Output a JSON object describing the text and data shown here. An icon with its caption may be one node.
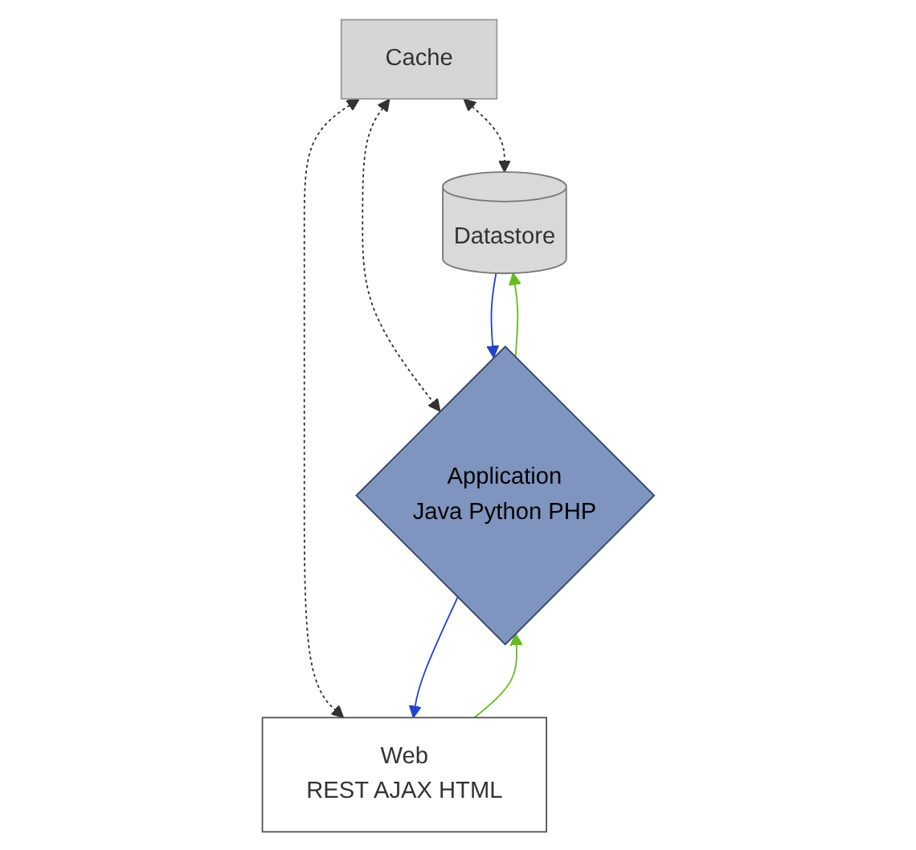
{
  "diagram": {
    "nodes": [
      {
        "text": [
          "Cache"
        ]
      },
      {
        "text": [
          "Datastore"
        ]
      },
      {
        "text": [
          "Application",
          "Java Python PHP"
        ]
      },
      {
        "text": [
          "Web",
          "REST AJAX HTML"
        ]
      }
    ],
    "edges": [
      {
        "from": 0,
        "to": 1,
        "arrow": "both",
        "style": "dashed"
      },
      {
        "from": 0,
        "to": 2,
        "arrow": "both",
        "style": "dashed"
      },
      {
        "from": 0,
        "to": 3,
        "arrow": "both",
        "style": "dashed"
      },
      {
        "from": 2,
        "to": 1,
        "arrow": "to",
        "color": "#66bb22"
      },
      {
        "from": 1,
        "to": 2,
        "arrow": "to",
        "color": "#2244cc"
      },
      {
        "from": 3,
        "to": 2,
        "arrow": "to",
        "color": "#66bb22"
      },
      {
        "from": 2,
        "to": 3,
        "arrow": "to",
        "color": "#2244cc"
      }
    ]
  }
}
